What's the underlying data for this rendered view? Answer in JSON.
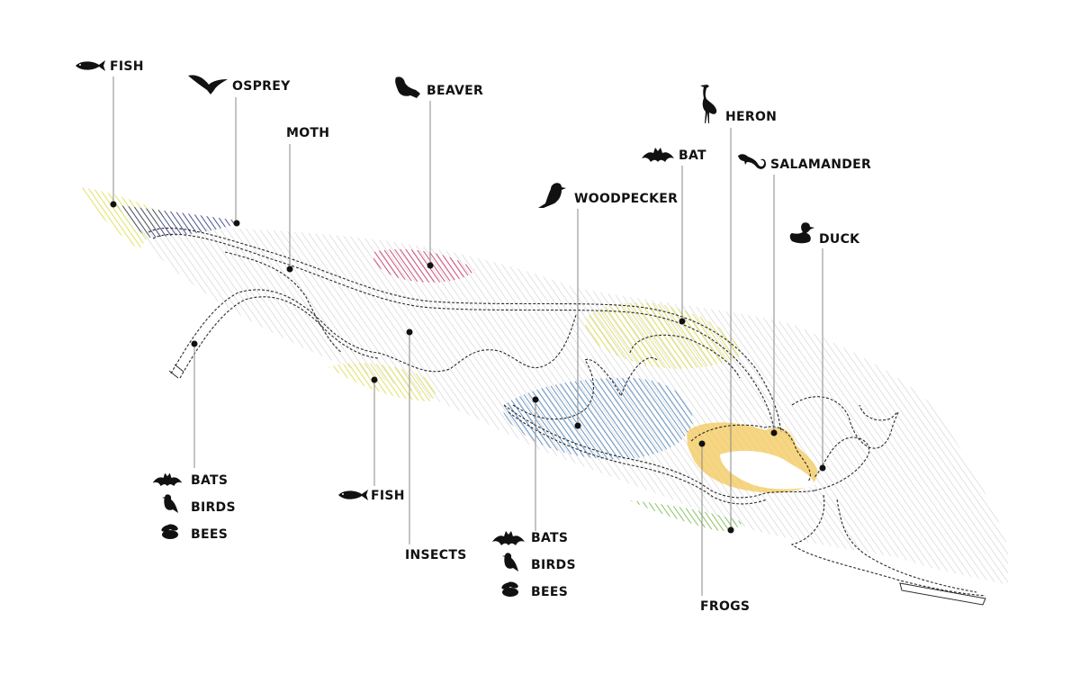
{
  "labels": {
    "fish_top": "FISH",
    "osprey": "OSPREY",
    "moth": "MOTH",
    "beaver": "BEAVER",
    "heron": "HERON",
    "bat": "BAT",
    "salamander": "SALAMANDER",
    "woodpecker": "WOODPECKER",
    "duck": "DUCK",
    "bats_left": "BATS",
    "birds_left": "BIRDS",
    "bees_left": "BEES",
    "fish_bottom": "FISH",
    "insects": "INSECTS",
    "bats_mid": "BATS",
    "birds_mid": "BIRDS",
    "bees_mid": "BEES",
    "frogs": "FROGS"
  },
  "icons": [
    "fish-icon",
    "osprey-icon",
    "beaver-icon",
    "heron-icon",
    "bat-icon",
    "salamander-icon",
    "woodpecker-icon",
    "duck-icon",
    "bird-icon",
    "bee-icon"
  ],
  "colors": {
    "habitat_gray": "#c8c8c8",
    "yellow": "#e4e45a",
    "navy": "#1f2a6e",
    "magenta": "#c8285a",
    "blue": "#3e78b8",
    "orange": "#f0b43c",
    "green": "#6cb43c",
    "path": "#2a2a2a",
    "leader": "#888888"
  }
}
